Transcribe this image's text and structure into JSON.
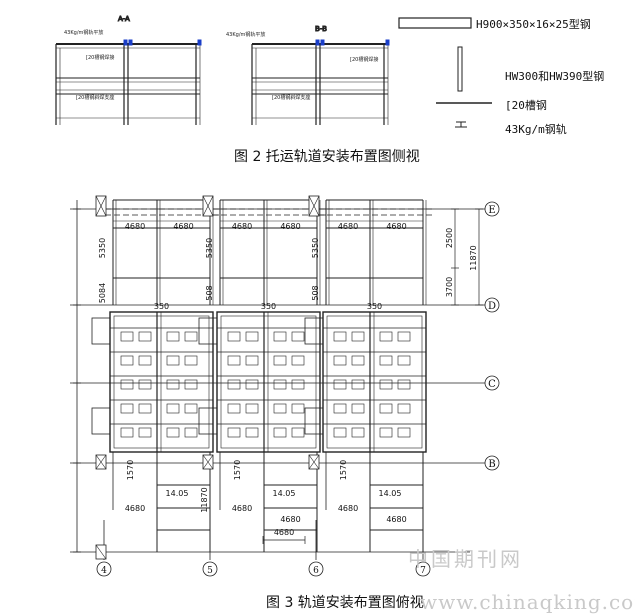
{
  "side_view": {
    "section_a_title": "A-A",
    "section_b_title": "B-B",
    "rail_label": "43Kg/m钢轨平放",
    "channel_label": "[20槽钢焊接",
    "bottom_label": "[20槽钢斜焊支座"
  },
  "legend": {
    "items": [
      {
        "icon": "h-beam-rect",
        "label": "H900×350×16×25型钢"
      },
      {
        "icon": "vertical-column-rect",
        "label": "HW300和HW390型钢"
      },
      {
        "icon": "channel-line",
        "label": "[20槽钢"
      },
      {
        "icon": "rail-profile",
        "label": "43Kg/m钢轨"
      }
    ]
  },
  "caption_fig2": "图 2  托运轨道安装布置图侧视",
  "plan_view": {
    "span_labels": [
      "4680",
      "4680",
      "4680",
      "4680",
      "4680",
      "4680"
    ],
    "dim_5350": "5350",
    "dim_5084": "5084",
    "dim_508": "508",
    "dim_350": "350",
    "dim_2500": "2500",
    "dim_3700": "3700",
    "dim_11870_right": "11870",
    "dim_1570": "1570",
    "dim_14_05": "14.05",
    "dim_11870_bottom": "11870",
    "dim_4680_bottom": "4680",
    "axis_rows": [
      "E",
      "D",
      "C",
      "B"
    ],
    "axis_cols": [
      "4",
      "5",
      "6",
      "7"
    ]
  },
  "caption_fig3": "图 3  轨道安装布置图俯视",
  "watermark_cn": "中国期刊网",
  "watermark_url": "www.chinaqking.com"
}
